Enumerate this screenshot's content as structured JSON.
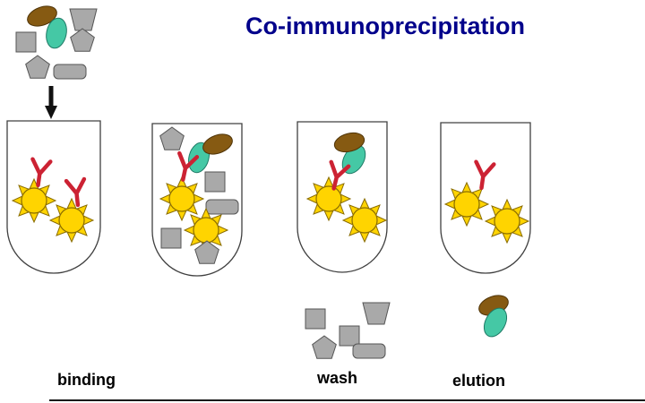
{
  "title": "Co-immunoprecipitation",
  "labels": {
    "binding": "binding",
    "wash": "wash",
    "elution": "elution"
  },
  "icons": {
    "bead": "sun-bead-icon",
    "antibody": "antibody-y-icon",
    "bait_protein": "teal-ellipse-protein-icon",
    "prey_protein": "brown-ellipse-protein-icon",
    "contaminant_shapes": [
      "square",
      "pentagon",
      "trapezoid",
      "rounded-rectangle"
    ],
    "arrow": "down-arrow-icon"
  },
  "colors": {
    "background": "#FFFFFF",
    "title_text": "#00008B",
    "label_text": "#000000",
    "tube_outline": "#404040",
    "bead_fill": "#FFD400",
    "bead_outline": "#8A6D00",
    "antibody": "#CC2233",
    "contaminant_fill": "#A9A9A9",
    "contaminant_outline": "#555555",
    "bait_protein_fill": "#45C8A5",
    "bait_protein_outline": "#1F7A66",
    "prey_protein_fill": "#865A12",
    "prey_protein_outline": "#4F3408"
  }
}
